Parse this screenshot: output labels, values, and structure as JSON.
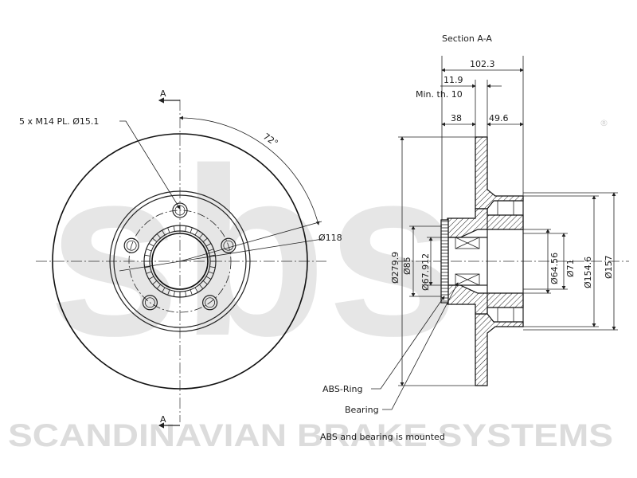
{
  "watermark": {
    "logo": "sbs",
    "registered": "®",
    "company": "SCANDINAVIAN BRAKE SYSTEMS"
  },
  "front_view": {
    "section_marker_top": "A",
    "section_marker_bottom": "A",
    "bolt_holes_label": "5 x M14 PL. Ø15.1",
    "angle_label": "72°",
    "pcd_label": "Ø118"
  },
  "section_view": {
    "title": "Section A-A",
    "dim_overall_width": "102.3",
    "dim_disc_thickness": "11.9",
    "dim_min_thickness": "Min. th. 10",
    "dim_hub_offset": "38",
    "dim_hub_depth": "49.6",
    "dia_disc": "Ø279.9",
    "dia_85": "Ø85",
    "dia_67912": "Ø67.912",
    "dia_6456": "Ø64.56",
    "dia_71": "Ø71",
    "dia_1546": "Ø154.6",
    "dia_157": "Ø157",
    "abs_ring_label": "ABS-Ring",
    "bearing_label": "Bearing",
    "note": "ABS and bearing is mounted"
  }
}
